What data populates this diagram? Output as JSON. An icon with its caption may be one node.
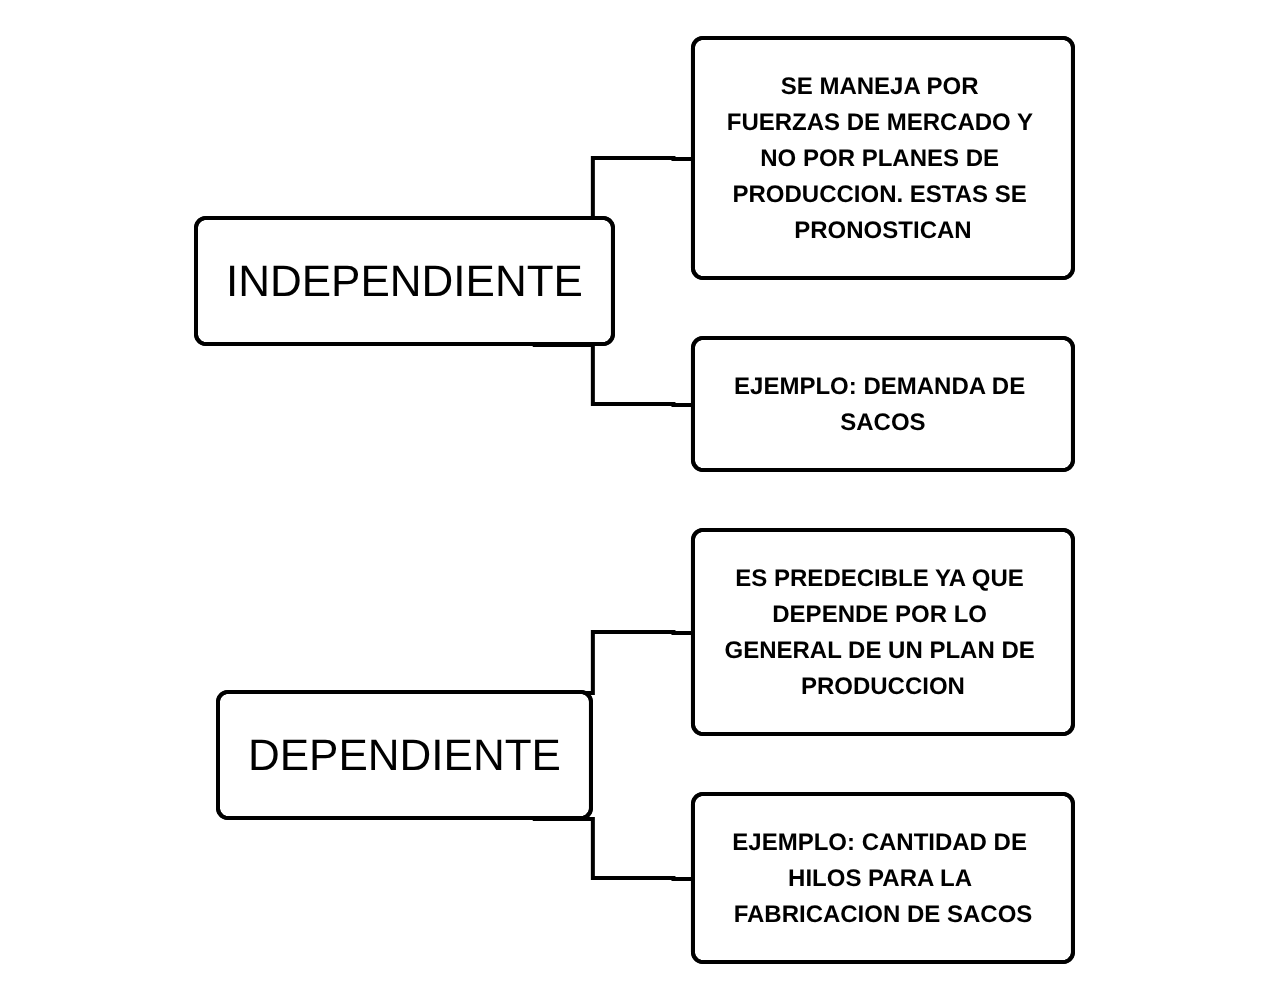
{
  "diagram": {
    "nodes": [
      {
        "text": [
          "INDEPENDIENTE"
        ]
      },
      {
        "text": [
          "SE MANEJA POR FUERZAS DE MERCADO Y NO POR PLANES DE PRODUCCION. ESTAS SE PRONOSTICAN"
        ]
      },
      {
        "text": [
          "EJEMPLO: DEMANDA DE SACOS"
        ]
      },
      {
        "text": [
          "DEPENDIENTE"
        ]
      },
      {
        "text": [
          "ES PREDECIBLE YA QUE DEPENDE POR LO GENERAL DE UN PLAN DE PRODUCCION"
        ]
      },
      {
        "text": [
          "EJEMPLO: CANTIDAD DE HILOS PARA LA FABRICACION DE SACOS"
        ]
      }
    ],
    "edges": [
      {
        "from": 0,
        "to": 1,
        "arrow": "none"
      },
      {
        "from": 0,
        "to": 2,
        "arrow": "none"
      },
      {
        "from": 3,
        "to": 4,
        "arrow": "none"
      },
      {
        "from": 3,
        "to": 5,
        "arrow": "none"
      }
    ]
  }
}
